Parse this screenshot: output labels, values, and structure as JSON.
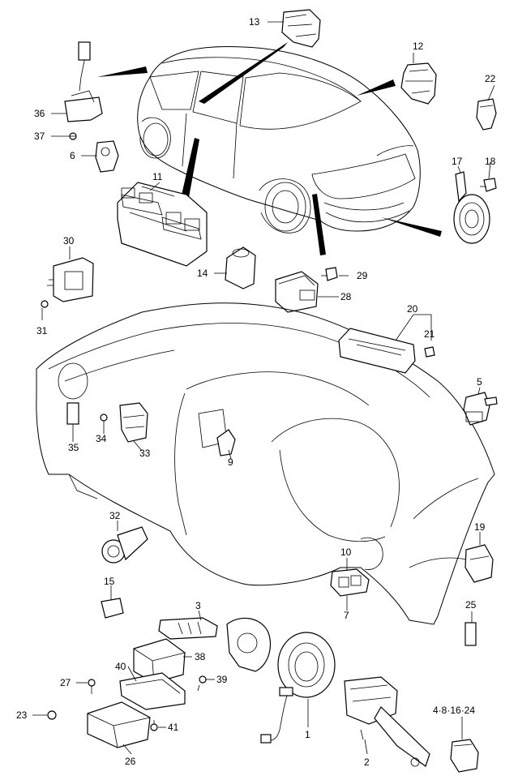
{
  "colors": {
    "ink": "#000000",
    "paper": "#ffffff"
  },
  "callouts": [
    {
      "id": "13",
      "text": "13"
    },
    {
      "id": "12",
      "text": "12"
    },
    {
      "id": "22",
      "text": "22"
    },
    {
      "id": "36",
      "text": "36"
    },
    {
      "id": "37",
      "text": "37"
    },
    {
      "id": "6",
      "text": "6"
    },
    {
      "id": "11",
      "text": "11"
    },
    {
      "id": "17",
      "text": "17"
    },
    {
      "id": "18",
      "text": "18"
    },
    {
      "id": "30",
      "text": "30"
    },
    {
      "id": "14",
      "text": "14"
    },
    {
      "id": "29",
      "text": "29"
    },
    {
      "id": "28",
      "text": "28"
    },
    {
      "id": "31",
      "text": "31"
    },
    {
      "id": "20",
      "text": "20"
    },
    {
      "id": "21",
      "text": "21"
    },
    {
      "id": "5",
      "text": "5"
    },
    {
      "id": "34",
      "text": "34"
    },
    {
      "id": "35",
      "text": "35"
    },
    {
      "id": "33",
      "text": "33"
    },
    {
      "id": "9",
      "text": "9"
    },
    {
      "id": "32",
      "text": "32"
    },
    {
      "id": "19",
      "text": "19"
    },
    {
      "id": "10",
      "text": "10"
    },
    {
      "id": "7",
      "text": "7"
    },
    {
      "id": "15",
      "text": "15"
    },
    {
      "id": "3",
      "text": "3"
    },
    {
      "id": "25",
      "text": "25"
    },
    {
      "id": "38",
      "text": "38"
    },
    {
      "id": "40",
      "text": "40"
    },
    {
      "id": "39",
      "text": "39"
    },
    {
      "id": "27",
      "text": "27"
    },
    {
      "id": "23",
      "text": "23"
    },
    {
      "id": "41",
      "text": "41"
    },
    {
      "id": "26",
      "text": "26"
    },
    {
      "id": "1",
      "text": "1"
    },
    {
      "id": "2",
      "text": "2"
    },
    {
      "id": "4_8_16_24",
      "text": "4·8·16·24"
    }
  ]
}
